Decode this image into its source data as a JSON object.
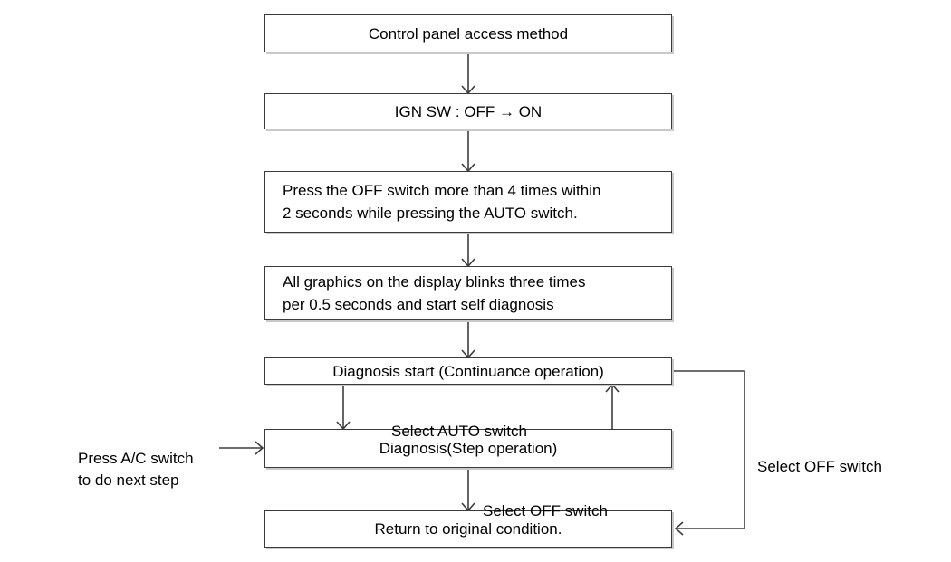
{
  "diagram": {
    "title": "Control panel access method self diagnosis flow",
    "type": "flowchart",
    "background_color": "#ffffff",
    "line_color": "#3d3d3d",
    "box_border_color": "#3a3a3a",
    "box_fill_color": "#ffffff",
    "text_color": "#000000"
  },
  "nodes": [
    {
      "id": "n1",
      "name": "control-panel-access-method",
      "text": "Control panel access method",
      "align": "center"
    },
    {
      "id": "n2",
      "name": "ign-sw-off-on",
      "text": "IGN SW : OFF → ON",
      "align": "center"
    },
    {
      "id": "n3",
      "name": "press-off-switch-instruction",
      "text": "Press the OFF switch more than 4 times within\n2 seconds while pressing the AUTO switch.",
      "align": "left"
    },
    {
      "id": "n4",
      "name": "graphics-blink-instruction",
      "text": "All graphics on the display blinks three times\nper 0.5 seconds and start self diagnosis",
      "align": "left"
    },
    {
      "id": "n5",
      "name": "diagnosis-start-continuance",
      "text": "Diagnosis start (Continuance operation)",
      "align": "center"
    },
    {
      "id": "n6",
      "name": "diagnosis-step-operation",
      "text": "Diagnosis(Step operation)",
      "align": "center"
    },
    {
      "id": "n7",
      "name": "return-to-original-condition",
      "text": "Return to original condition.",
      "align": "center"
    }
  ],
  "edge_labels": [
    {
      "id": "l1",
      "name": "edge-label-select-auto-switch",
      "text": "Select AUTO switch"
    },
    {
      "id": "l2",
      "name": "edge-label-select-off-switch-bottom",
      "text": "Select OFF switch"
    },
    {
      "id": "l3",
      "name": "edge-label-select-off-switch-right",
      "text": "Select OFF switch"
    },
    {
      "id": "l4",
      "name": "annotation-press-ac-switch",
      "text": "Press A/C switch\nto do next step"
    }
  ]
}
